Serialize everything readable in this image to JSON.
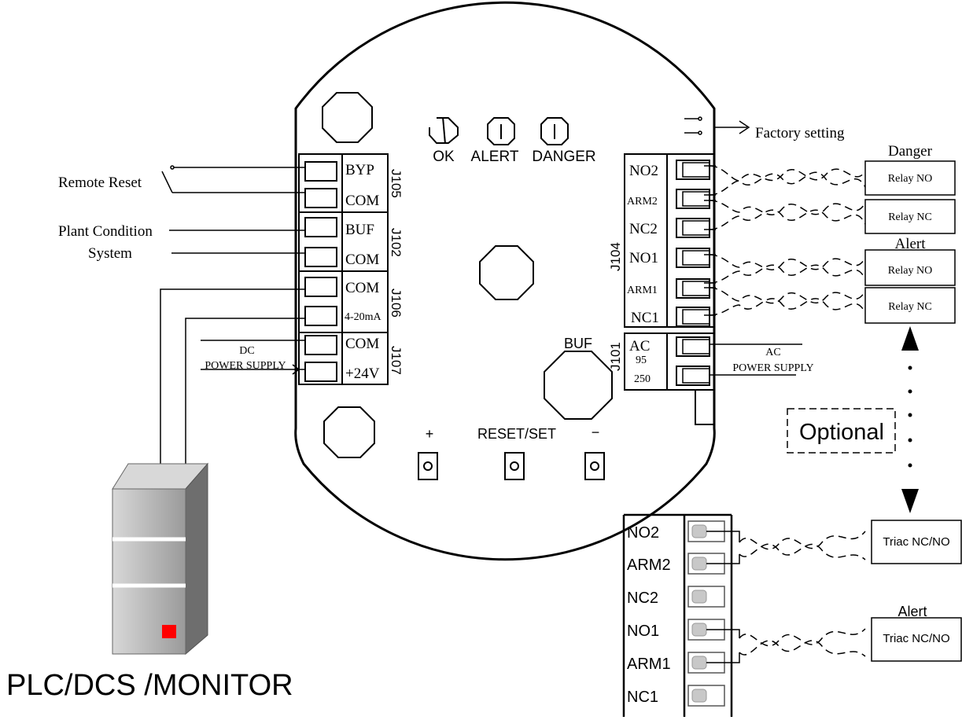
{
  "leds": {
    "ok": "OK",
    "alert": "ALERT",
    "danger": "DANGER"
  },
  "factory_setting": "Factory  setting",
  "left_labels": {
    "remote_reset": "Remote Reset",
    "plant_condition": "Plant Condition",
    "system": "System",
    "dc": "DC",
    "dc_power": "POWER SUPPLY"
  },
  "left_terminals": {
    "j105": {
      "id": "J105",
      "pins": [
        "BYP",
        "COM"
      ]
    },
    "j102": {
      "id": "J102",
      "pins": [
        "BUF",
        "COM"
      ]
    },
    "j106": {
      "id": "J106",
      "pins": [
        "COM",
        "4-20mA"
      ]
    },
    "j107": {
      "id": "J107",
      "pins": [
        "COM",
        "+24V"
      ]
    }
  },
  "right_terminals": {
    "j104": {
      "id": "J104",
      "pins": [
        "NO2",
        "ARM2",
        "NC2",
        "NO1",
        "ARM1",
        "NC1"
      ]
    },
    "j101": {
      "id": "J101",
      "ac": "AC",
      "v1": "95",
      "v2": "250"
    }
  },
  "ac_supply": {
    "label": "AC",
    "sub": "POWER SUPPLY"
  },
  "relays": {
    "danger_title": "Danger",
    "alert_title": "Alert",
    "relay_no": "Relay NO",
    "relay_nc": "Relay NC"
  },
  "buttons": {
    "buf": "BUF",
    "plus": "+",
    "reset": "RESET/SET",
    "minus": "−"
  },
  "optional": "Optional",
  "bottom_terminal": {
    "pins": [
      "NO2",
      "ARM2",
      "NC2",
      "NO1",
      "ARM1",
      "NC1"
    ]
  },
  "triac": {
    "label": "Triac NC/NO",
    "alert_title": "Alert"
  },
  "plc": "PLC/DCS /MONITOR"
}
